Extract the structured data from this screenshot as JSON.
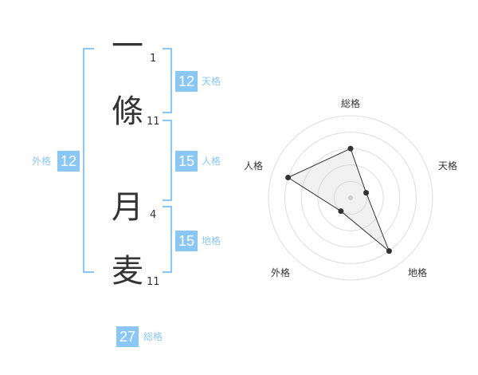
{
  "name": {
    "characters": [
      {
        "char": "一",
        "strokes": "1"
      },
      {
        "char": "條",
        "strokes": "11"
      },
      {
        "char": "月",
        "strokes": "4"
      },
      {
        "char": "麦",
        "strokes": "11"
      }
    ]
  },
  "kaku": {
    "tenkaku": {
      "value": "12",
      "label": "天格"
    },
    "jinkaku": {
      "value": "15",
      "label": "人格"
    },
    "chikaku": {
      "value": "15",
      "label": "地格"
    },
    "gaikaku": {
      "value": "12",
      "label": "外格"
    },
    "soukaku": {
      "value": "27",
      "label": "総格"
    }
  },
  "colors": {
    "accent": "#8ac7f5",
    "text": "#333333"
  },
  "chart_data": {
    "type": "radar",
    "axes": [
      "総格",
      "天格",
      "地格",
      "外格",
      "人格"
    ],
    "levels": 5,
    "values": [
      3,
      1,
      4,
      1,
      4
    ],
    "max": 5,
    "grid": true
  }
}
